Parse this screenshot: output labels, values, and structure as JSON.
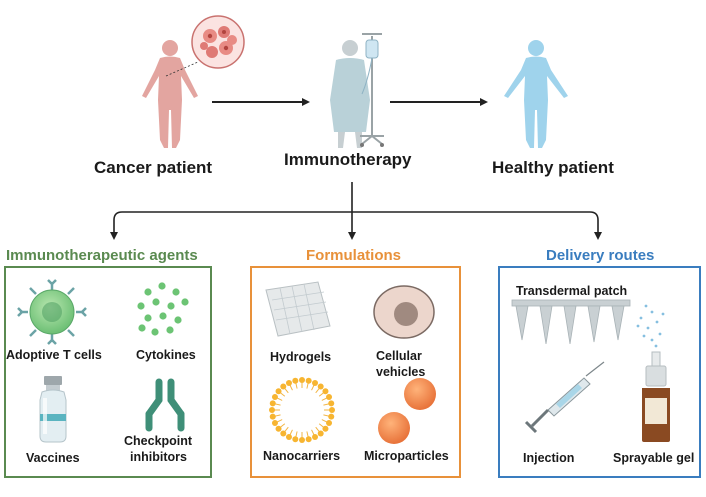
{
  "top": {
    "cancer_patient": "Cancer patient",
    "immunotherapy": "Immunotherapy",
    "healthy_patient": "Healthy patient"
  },
  "colors": {
    "agents": "#5a8a50",
    "formulations": "#e8913a",
    "delivery": "#3a7dbf",
    "cancer_body": "#e3a5a0",
    "healthy_body": "#9fd3ec",
    "gown": "#b9d1d8"
  },
  "sections": {
    "agents": {
      "title": "Immunotherapeutic agents",
      "items": [
        "Adoptive T cells",
        "Cytokines",
        "Vaccines",
        "Checkpoint",
        "inhibitors"
      ]
    },
    "formulations": {
      "title": "Formulations",
      "items": [
        "Hydrogels",
        "Cellular",
        "vehicles",
        "Nanocarriers",
        "Microparticles"
      ]
    },
    "delivery": {
      "title": "Delivery routes",
      "items": [
        "Transdermal patch",
        "Injection",
        "Sprayable gel"
      ]
    }
  }
}
